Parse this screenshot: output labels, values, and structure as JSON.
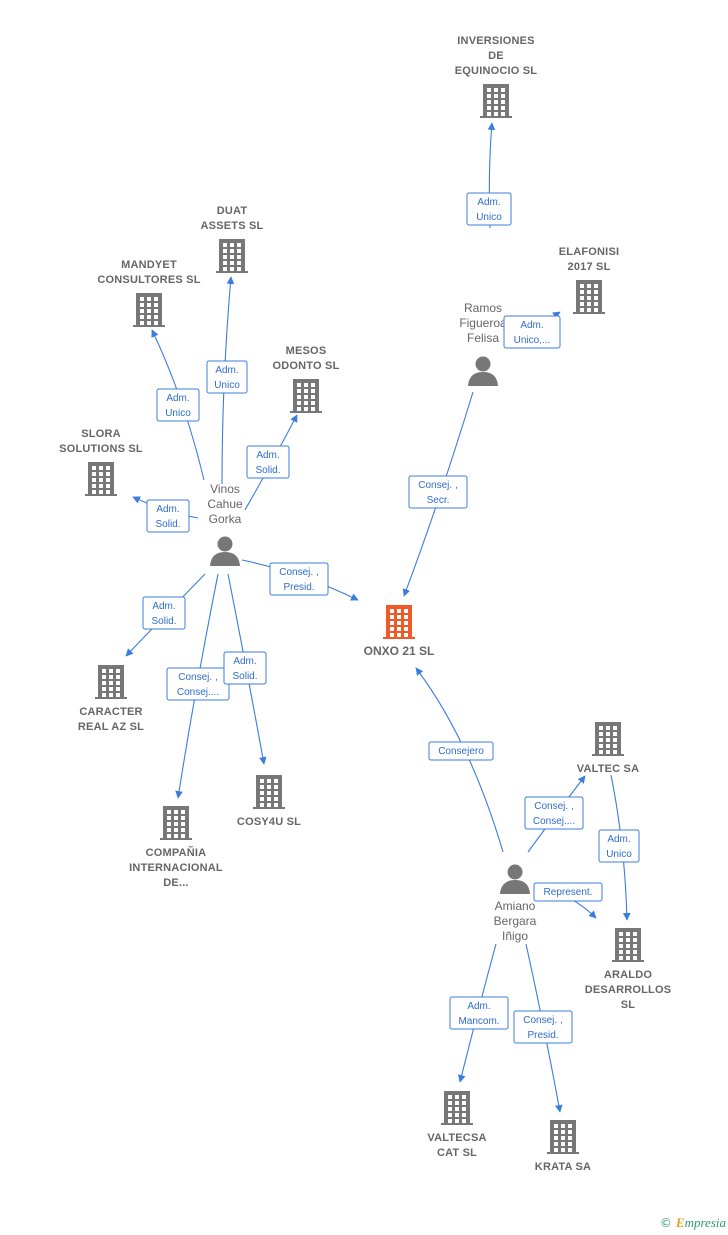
{
  "colors": {
    "edge": "#3b7ddd",
    "node_gray": "#777777",
    "focus": "#f05a28"
  },
  "nodes": [
    {
      "id": "onxo",
      "type": "company",
      "focus": true,
      "label": [
        "ONXO 21  SL"
      ]
    },
    {
      "id": "inversiones",
      "type": "company",
      "label": [
        "INVERSIONES",
        "DE",
        "EQUINOCIO  SL"
      ]
    },
    {
      "id": "elafonisi",
      "type": "company",
      "label": [
        "ELAFONISI",
        "2017  SL"
      ]
    },
    {
      "id": "ramos",
      "type": "person",
      "label": [
        "Ramos",
        "Figueroa",
        "Felisa"
      ]
    },
    {
      "id": "duat",
      "type": "company",
      "label": [
        "DUAT",
        "ASSETS SL"
      ]
    },
    {
      "id": "mandyet",
      "type": "company",
      "label": [
        "MANDYET",
        "CONSULTORES SL"
      ]
    },
    {
      "id": "mesos",
      "type": "company",
      "label": [
        "MESOS",
        "ODONTO SL"
      ]
    },
    {
      "id": "slora",
      "type": "company",
      "label": [
        "SLORA",
        "SOLUTIONS SL"
      ]
    },
    {
      "id": "vinos",
      "type": "person",
      "label": [
        "Vinos",
        "Cahue",
        "Gorka"
      ]
    },
    {
      "id": "caracter",
      "type": "company",
      "label": [
        "CARACTER",
        "REAL AZ  SL"
      ]
    },
    {
      "id": "compania",
      "type": "company",
      "label": [
        "COMPAÑIA",
        "INTERNACIONAL",
        "DE..."
      ]
    },
    {
      "id": "cosy4u",
      "type": "company",
      "label": [
        "COSY4U  SL"
      ]
    },
    {
      "id": "valtec",
      "type": "company",
      "label": [
        "VALTEC SA"
      ]
    },
    {
      "id": "araldo",
      "type": "company",
      "label": [
        "ARALDO",
        "DESARROLLOS",
        "SL"
      ]
    },
    {
      "id": "amiano",
      "type": "person",
      "label": [
        "Amiano",
        "Bergara",
        "Iñigo"
      ]
    },
    {
      "id": "valtecsa",
      "type": "company",
      "label": [
        "VALTECSA",
        "CAT  SL"
      ]
    },
    {
      "id": "krata",
      "type": "company",
      "label": [
        "KRATA SA"
      ]
    }
  ],
  "edges": [
    {
      "from": "ramos",
      "to": "inversiones",
      "label": [
        "Adm.",
        "Unico"
      ]
    },
    {
      "from": "ramos",
      "to": "elafonisi",
      "label": [
        "Adm.",
        "Unico,..."
      ]
    },
    {
      "from": "ramos",
      "to": "onxo",
      "label": [
        "Consej. ,",
        "Secr."
      ]
    },
    {
      "from": "vinos",
      "to": "duat",
      "label": [
        "Adm.",
        "Unico"
      ]
    },
    {
      "from": "vinos",
      "to": "mandyet",
      "label": [
        "Adm.",
        "Unico"
      ]
    },
    {
      "from": "vinos",
      "to": "mesos",
      "label": [
        "Adm.",
        "Solid."
      ]
    },
    {
      "from": "vinos",
      "to": "slora",
      "label": [
        "Adm.",
        "Solid."
      ]
    },
    {
      "from": "vinos",
      "to": "onxo",
      "label": [
        "Consej. ,",
        "Presid."
      ]
    },
    {
      "from": "vinos",
      "to": "caracter",
      "label": [
        "Adm.",
        "Solid."
      ]
    },
    {
      "from": "vinos",
      "to": "compania",
      "label": [
        "Consej. ,",
        "Consej...."
      ]
    },
    {
      "from": "vinos",
      "to": "cosy4u",
      "label": [
        "Adm.",
        "Solid."
      ]
    },
    {
      "from": "amiano",
      "to": "onxo",
      "label": [
        "Consejero"
      ]
    },
    {
      "from": "amiano",
      "to": "valtec",
      "label": [
        "Consej. ,",
        "Consej...."
      ]
    },
    {
      "from": "valtec",
      "to": "araldo",
      "label": [
        "Adm.",
        "Unico"
      ]
    },
    {
      "from": "amiano",
      "to": "araldo",
      "label": [
        "Represent."
      ]
    },
    {
      "from": "amiano",
      "to": "valtecsa",
      "label": [
        "Adm.",
        "Mancom."
      ]
    },
    {
      "from": "amiano",
      "to": "krata",
      "label": [
        "Consej. ,",
        "Presid."
      ]
    }
  ],
  "footer": {
    "copyright": "©",
    "brand_first": "E",
    "brand_rest": "mpresia"
  }
}
